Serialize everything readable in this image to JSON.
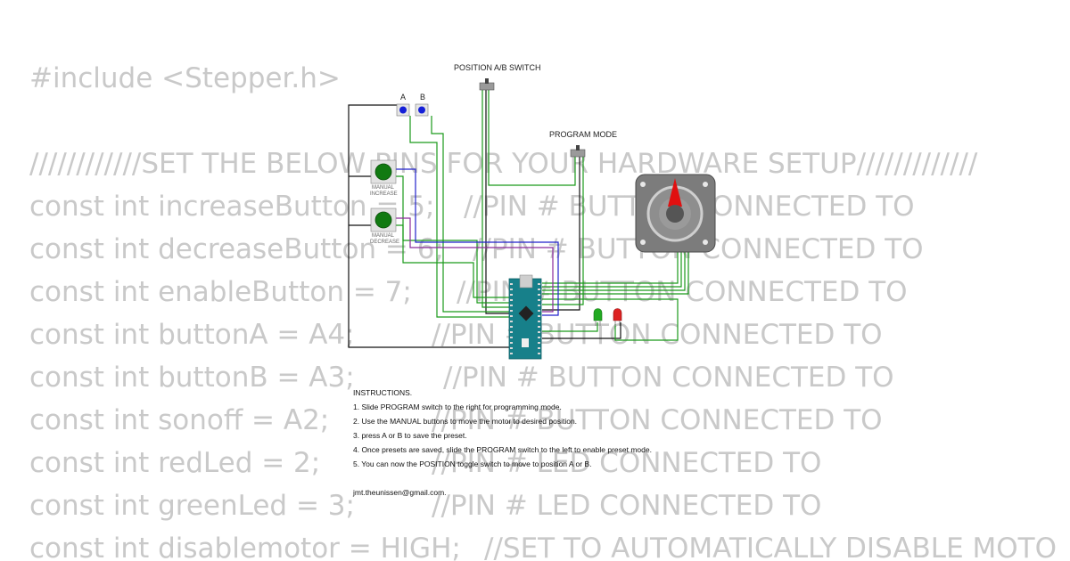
{
  "code": {
    "include": "#include <Stepper.h>",
    "banner": "////////////SET THE BELOW PINS FOR YOUR HARDWARE SETUP/////////////",
    "lines": [
      {
        "decl": "const int increaseButton = 5;",
        "comment": "//PIN # BUTTON CONNECTED TO"
      },
      {
        "decl": "const int decreaseButton = 6;",
        "comment": "//PIN # BUTTON CONNECTED TO"
      },
      {
        "decl": "const int enableButton = 7;",
        "comment": "//PIN # BUTTON CONNECTED TO"
      },
      {
        "decl": "const int buttonA = A4;",
        "comment": "//PIN # BUTTON CONNECTED TO"
      },
      {
        "decl": "const int buttonB = A3;",
        "comment": "//PIN # BUTTON CONNECTED TO"
      },
      {
        "decl": "const int sonoff = A2;",
        "comment": "//PIN # BUTTON CONNECTED TO"
      },
      {
        "decl": "const int redLed = 2;",
        "comment": "//PIN # LED CONNECTED TO"
      },
      {
        "decl": "const int greenLed = 3;",
        "comment": "//PIN # LED CONNECTED TO"
      },
      {
        "decl": "const int disablemotor = HIGH;",
        "comment": "//SET TO AUTOMATICALLY DISABLE MOTO"
      }
    ]
  },
  "circuit": {
    "position_switch_label": "POSITION A/B SWITCH",
    "program_mode_label": "PROGRAM MODE",
    "button_a_label": "A",
    "button_b_label": "B",
    "manual_increase_line1": "MANUAL",
    "manual_increase_line2": "INCREASE",
    "manual_decrease_line1": "MANUAL",
    "manual_decrease_line2": "DECREASE",
    "wire_colors": {
      "black": "#111111",
      "green": "#1a9a1a",
      "blue": "#2222cc",
      "purple": "#8b2a9b"
    },
    "led_colors": {
      "green": "#22aa22",
      "red": "#dd2222"
    }
  },
  "instructions": {
    "title": "INSTRUCTIONS.",
    "steps": [
      "1. Slide PROGRAM switch to the right for programming mode.",
      "2. Use the MANUAL buttons to move the motor to desired position.",
      "3. press A or B to save the preset.",
      "4. Once presets are saved, slide the PROGRAM switch to the left to enable preset mode.",
      "5. You can now the POSITION toggle switch to move to position A or B."
    ],
    "email": "jmt.theunissen@gmail.com."
  }
}
